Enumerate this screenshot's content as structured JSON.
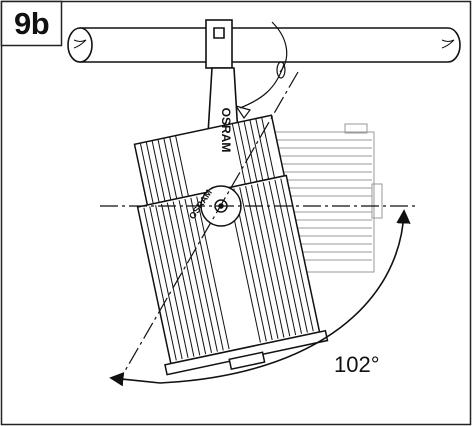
{
  "figure": {
    "label": "9b",
    "angle_label": "102°",
    "brand": "OSRAM",
    "colors": {
      "line": "#111111",
      "ghost": "#9a9a9a",
      "paper": "#ffffff"
    }
  }
}
